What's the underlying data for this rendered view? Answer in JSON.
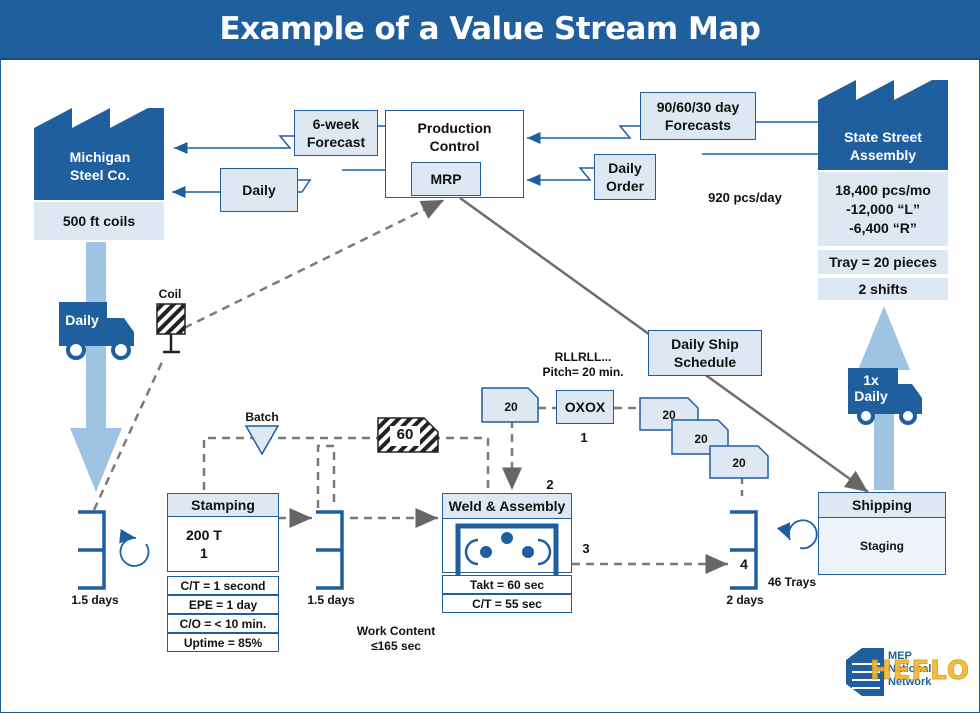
{
  "title": "Example of a Value Stream Map",
  "supplier": {
    "name_line1": "Michigan",
    "name_line2": "Steel Co.",
    "material": "500 ft coils",
    "delivery": "Daily"
  },
  "customer": {
    "name_line1": "State Street",
    "name_line2": "Assembly",
    "demand_line1": "18,400 pcs/mo",
    "demand_line2": "-12,000 “L”",
    "demand_line3": "-6,400 “R”",
    "tray": "Tray = 20 pieces",
    "shifts": "2 shifts",
    "daily_rate": "920 pcs/day"
  },
  "control": {
    "line1": "Production",
    "line2": "Control",
    "mrp": "MRP"
  },
  "info_flows": {
    "forecast6_line1": "6-week",
    "forecast6_line2": "Forecast",
    "daily_to_supplier": "Daily",
    "forecast_cust_line1": "90/60/30 day",
    "forecast_cust_line2": "Forecasts",
    "daily_order_line1": "Daily",
    "daily_order_line2": "Order",
    "ship_schedule_line1": "Daily Ship",
    "ship_schedule_line2": "Schedule"
  },
  "shipments": {
    "outbound_line1": "1x",
    "outbound_line2": "Daily"
  },
  "kanban": {
    "coil": "Coil",
    "batch": "Batch",
    "batch_qty": "60",
    "sequence_line1": "RLLRLL...",
    "sequence_line2": "Pitch= 20 min.",
    "leveling": "OXOX",
    "leveling_num": "1",
    "card_qty": "20"
  },
  "processes": {
    "stamping": {
      "name": "Stamping",
      "tonnage": "200 T",
      "operators": "1",
      "ct": "C/T = 1 second",
      "epe": "EPE = 1 day",
      "co": "C/O = < 10 min.",
      "uptime": "Uptime = 85%"
    },
    "weld": {
      "name": "Weld & Assembly",
      "takt": "Takt = 60 sec",
      "ct": "C/T = 55 sec",
      "num": "2"
    },
    "shipping": {
      "name": "Shipping",
      "staging": "Staging"
    }
  },
  "inventory": {
    "raw": "1.5 days",
    "wip": "1.5 days",
    "fg": "2 days",
    "fg_count": "4",
    "trays": "46 Trays"
  },
  "markers": {
    "three": "3"
  },
  "work_content_line1": "Work Content",
  "work_content_line2": "≤165 sec",
  "logo": {
    "line1": "MEP",
    "line2": "National",
    "line3": "Network",
    "watermark": "HEFLO"
  },
  "colors": {
    "primary": "#1f5f9e",
    "pale": "#dde8f3",
    "arrow": "#9ec3e3",
    "dash": "#7a7a7a"
  }
}
